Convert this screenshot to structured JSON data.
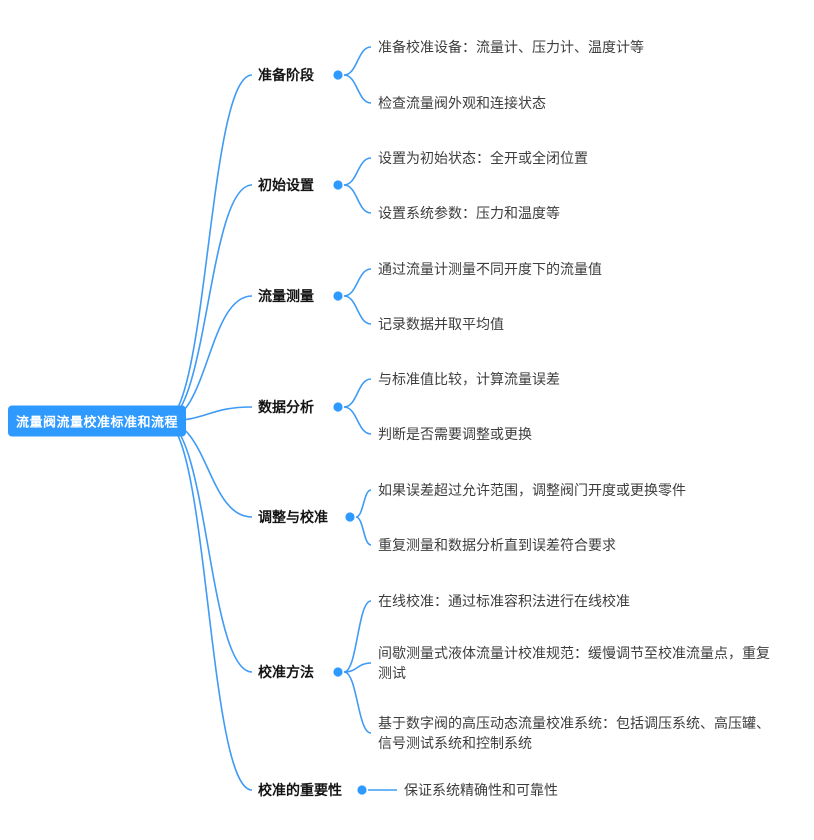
{
  "colors": {
    "accent": "#2e9aff",
    "line": "#3f9bf5"
  },
  "root": {
    "label": "流量阀流量校准标准和流程"
  },
  "branches": [
    {
      "label": "准备阶段",
      "children": [
        "准备校准设备：流量计、压力计、温度计等",
        "检查流量阀外观和连接状态"
      ]
    },
    {
      "label": "初始设置",
      "children": [
        "设置为初始状态：全开或全闭位置",
        "设置系统参数：压力和温度等"
      ]
    },
    {
      "label": "流量测量",
      "children": [
        "通过流量计测量不同开度下的流量值",
        "记录数据并取平均值"
      ]
    },
    {
      "label": "数据分析",
      "children": [
        "与标准值比较，计算流量误差",
        "判断是否需要调整或更换"
      ]
    },
    {
      "label": "调整与校准",
      "children": [
        "如果误差超过允许范围，调整阀门开度或更换零件",
        "重复测量和数据分析直到误差符合要求"
      ]
    },
    {
      "label": "校准方法",
      "children": [
        "在线校准：通过标准容积法进行在线校准",
        "间歇测量式液体流量计校准规范：缓慢调节至校准流量点，重复测试",
        "基于数字阀的高压动态流量校准系统：包括调压系统、高压罐、信号测试系统和控制系统"
      ]
    },
    {
      "label": "校准的重要性",
      "children": [
        "保证系统精确性和可靠性"
      ]
    }
  ]
}
